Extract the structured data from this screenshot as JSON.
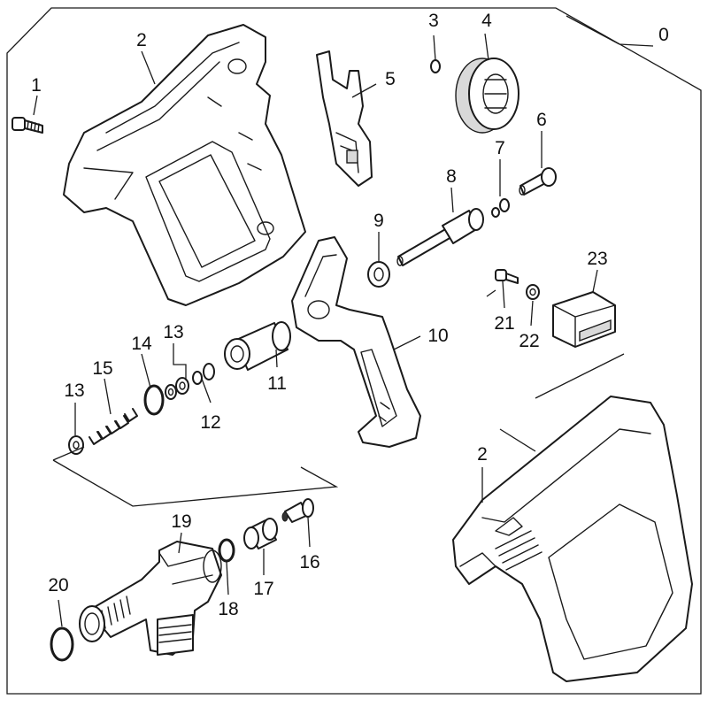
{
  "callouts": [
    "0",
    "1",
    "2",
    "3",
    "4",
    "5",
    "6",
    "7",
    "8",
    "9",
    "10",
    "11",
    "12",
    "13",
    "14",
    "15",
    "13",
    "16",
    "17",
    "18",
    "19",
    "20",
    "21",
    "22",
    "23",
    "2"
  ]
}
